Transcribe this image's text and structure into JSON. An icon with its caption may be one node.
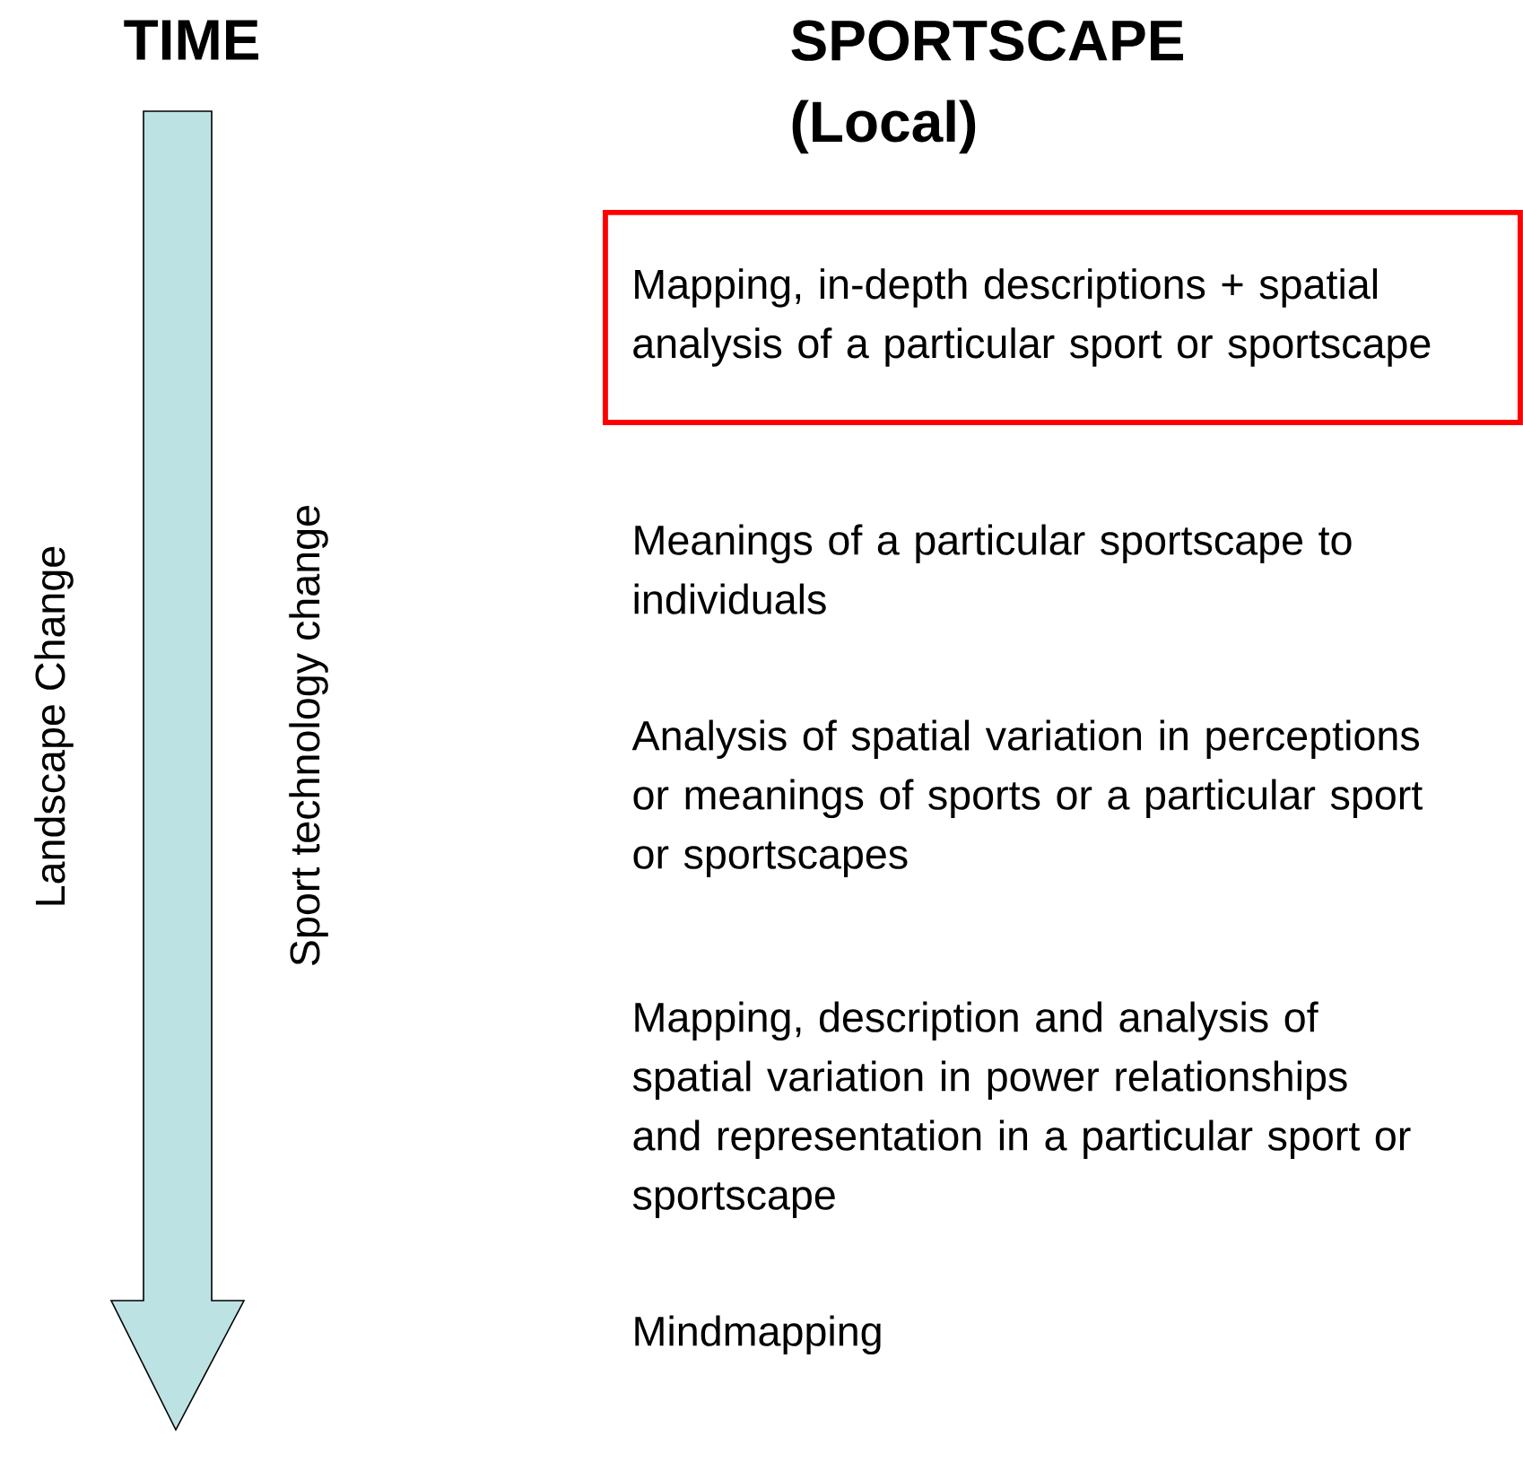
{
  "diagram": {
    "nodes": [
      {
        "text": [
          "Mapping, in-depth descriptions + spatial analysis of a particular sport or sportscape"
        ]
      }
    ],
    "labels": [
      "TIME",
      "SPORTSCAPE (Local)",
      "Landscape Change",
      "Sport technology change",
      "Meanings of a particular sportscape to individuals",
      "Analysis of spatial variation in perceptions or meanings of sports or a particular sport or sportscapes",
      "Mapping, description and analysis of spatial variation in power relationships and representation in a particular sport or sportscape",
      "Mindmapping"
    ]
  }
}
